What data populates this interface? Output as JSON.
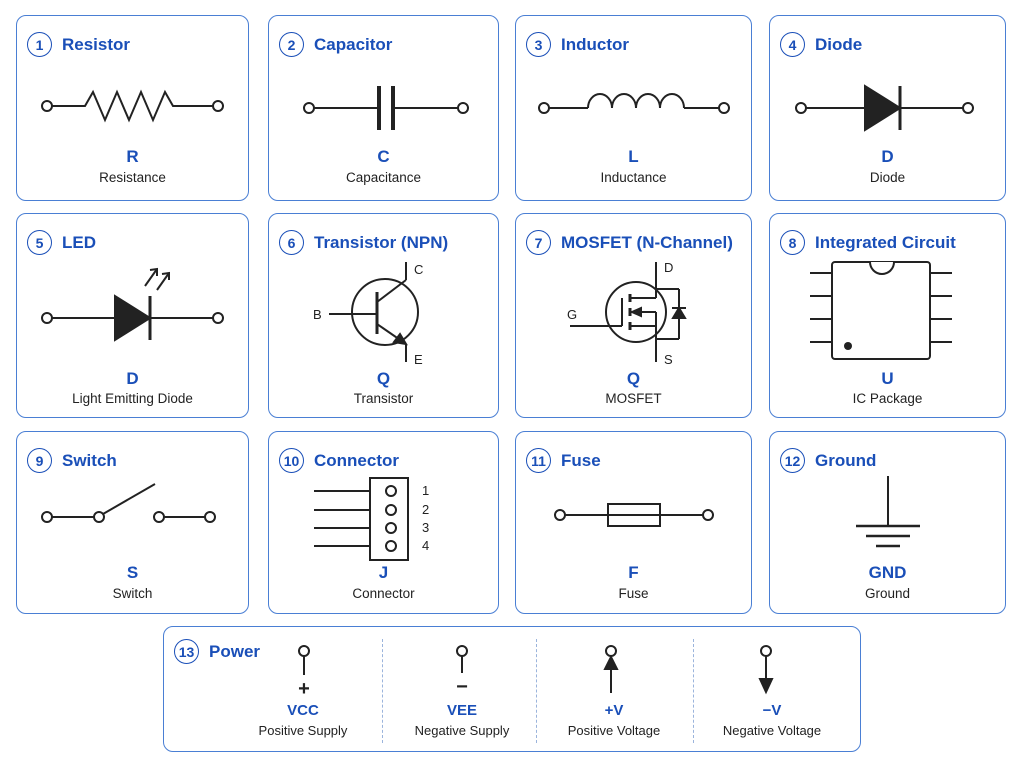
{
  "accent_color": "#1a4fb8",
  "border_color": "#4a7fd4",
  "cards": [
    {
      "num": "1",
      "title": "Resistor",
      "designator": "R",
      "desc": "Resistance",
      "icon": "resistor-icon"
    },
    {
      "num": "2",
      "title": "Capacitor",
      "designator": "C",
      "desc": "Capacitance",
      "icon": "capacitor-icon"
    },
    {
      "num": "3",
      "title": "Inductor",
      "designator": "L",
      "desc": "Inductance",
      "icon": "inductor-icon"
    },
    {
      "num": "4",
      "title": "Diode",
      "designator": "D",
      "desc": "Diode",
      "icon": "diode-icon"
    },
    {
      "num": "5",
      "title": "LED",
      "designator": "D",
      "desc": "Light Emitting Diode",
      "icon": "led-icon"
    },
    {
      "num": "6",
      "title": "Transistor (NPN)",
      "designator": "Q",
      "desc": "Transistor",
      "icon": "npn-transistor-icon",
      "pins": {
        "c": "C",
        "b": "B",
        "e": "E"
      }
    },
    {
      "num": "7",
      "title": "MOSFET (N-Channel)",
      "designator": "Q",
      "desc": "MOSFET",
      "icon": "mosfet-icon",
      "pins": {
        "d": "D",
        "g": "G",
        "s": "S"
      }
    },
    {
      "num": "8",
      "title": "Integrated Circuit",
      "designator": "U",
      "desc": "IC Package",
      "icon": "ic-package-icon"
    },
    {
      "num": "9",
      "title": "Switch",
      "designator": "S",
      "desc": "Switch",
      "icon": "switch-icon"
    },
    {
      "num": "10",
      "title": "Connector",
      "designator": "J",
      "desc": "Connector",
      "icon": "connector-icon",
      "pins": [
        "1",
        "2",
        "3",
        "4"
      ]
    },
    {
      "num": "11",
      "title": "Fuse",
      "designator": "F",
      "desc": "Fuse",
      "icon": "fuse-icon"
    },
    {
      "num": "12",
      "title": "Ground",
      "designator": "GND",
      "desc": "Ground",
      "icon": "ground-icon"
    }
  ],
  "power": {
    "num": "13",
    "title": "Power",
    "items": [
      {
        "sign": "+",
        "designator": "VCC",
        "desc": "Positive Supply",
        "icon": "vcc-icon"
      },
      {
        "sign": "−",
        "designator": "VEE",
        "desc": "Negative Supply",
        "icon": "vee-icon"
      },
      {
        "designator": "+V",
        "desc": "Positive Voltage",
        "icon": "positive-voltage-arrow-icon"
      },
      {
        "designator": "−V",
        "desc": "Negative Voltage",
        "icon": "negative-voltage-arrow-icon"
      }
    ]
  }
}
